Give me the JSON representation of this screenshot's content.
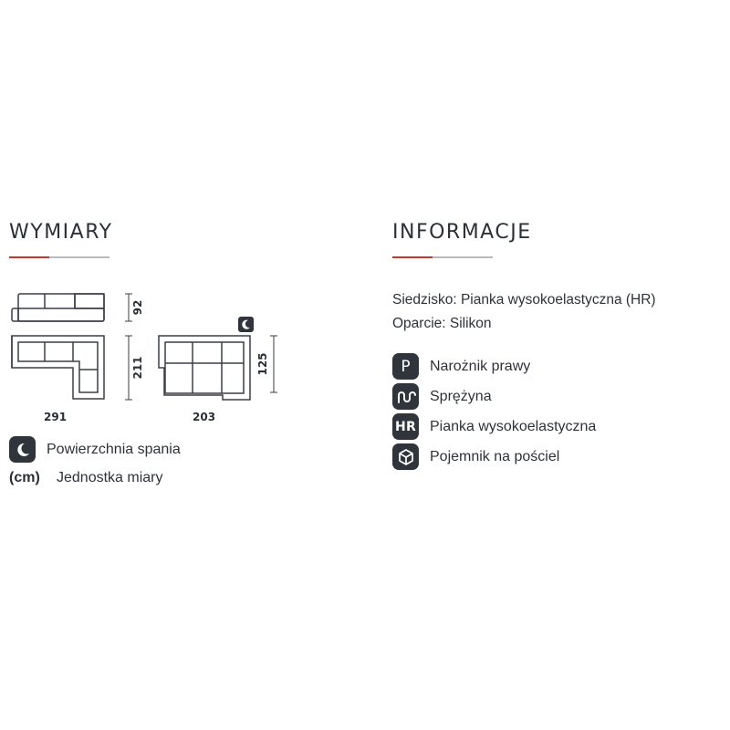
{
  "dimensions": {
    "heading": "WYMIARY",
    "depth_back": "92",
    "depth_total": "211",
    "width_total": "291",
    "sleeping_width": "203",
    "sleeping_depth": "125",
    "legend": [
      {
        "icon": "moon-icon",
        "label": "Powierzchnia spania"
      },
      {
        "badge": "(cm)",
        "label": "Jednostka miary"
      }
    ]
  },
  "information": {
    "heading": "INFORMACJE",
    "seat": "Siedzisko: Pianka wysokoelastyczna (HR)",
    "backrest": "Oparcie: Silikon",
    "features": [
      {
        "badge": "P",
        "icon": "letter-p-badge",
        "label": "Narożnik prawy"
      },
      {
        "badge": "",
        "icon": "spring-icon",
        "label": "Sprężyna"
      },
      {
        "badge": "HR",
        "icon": "hr-badge",
        "label": "Pianka wysokoelastyczna"
      },
      {
        "badge": "",
        "icon": "storage-box-icon",
        "label": "Pojemnik na pościel"
      }
    ]
  },
  "colors": {
    "accent_red": "#c0392b",
    "badge_dark": "#2f353b",
    "text": "#2e3238"
  }
}
